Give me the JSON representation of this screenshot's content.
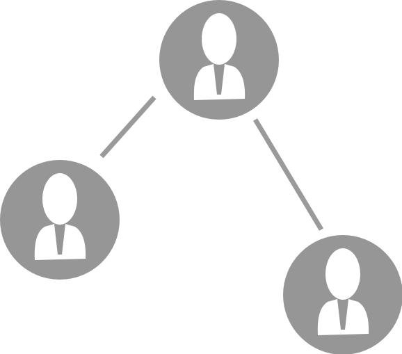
{
  "diagram": {
    "nodes": [
      {
        "id": "top",
        "icon": "person-icon"
      },
      {
        "id": "left",
        "icon": "person-icon"
      },
      {
        "id": "right",
        "icon": "person-icon"
      }
    ],
    "edges": [
      {
        "from": "top",
        "to": "left"
      },
      {
        "from": "top",
        "to": "right"
      }
    ],
    "colors": {
      "node_fill": "#969696",
      "figure_fill": "#ffffff",
      "connector": "#9a9a9a",
      "background": "#ffffff"
    }
  }
}
